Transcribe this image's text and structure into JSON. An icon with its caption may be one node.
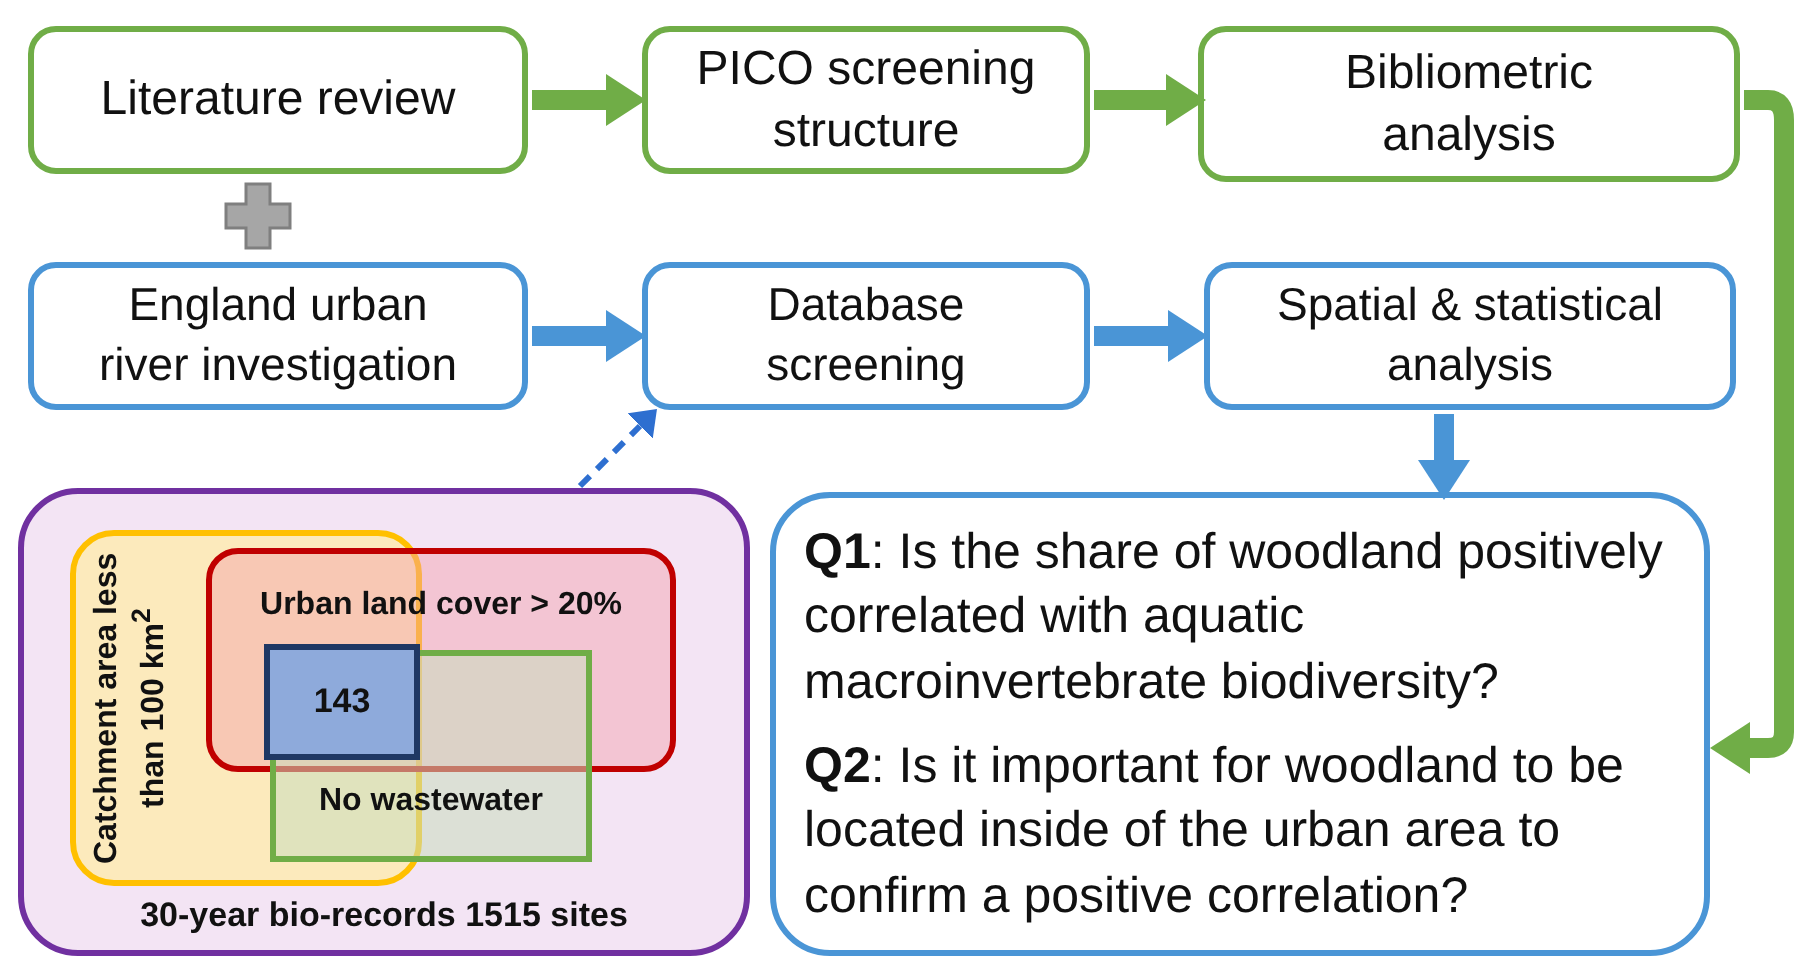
{
  "diagram": {
    "nodes": [
      {
        "text": [
          "Literature review"
        ]
      },
      {
        "text": [
          "PICO screening structure"
        ]
      },
      {
        "text": [
          "Bibliometric analysis"
        ]
      },
      {
        "text": [
          "England urban river investigation"
        ]
      },
      {
        "text": [
          "Database screening"
        ]
      },
      {
        "text": [
          "Spatial & statistical analysis"
        ]
      },
      {
        "text": [
          "**Q1**: Is the share of woodland positively correlated with aquatic macroinvertebrate biodiversity?",
          "**Q2**: Is it important for woodland to be located inside of the urban area to confirm a positive correlation?"
        ]
      },
      {
        "text": [
          "30-year bio-records 1515 sites"
        ]
      },
      {
        "text": [
          "Catchment area less than 100 km$^{2}$"
        ],
        "in": 7
      },
      {
        "text": [
          "Urban land cover > 20%"
        ],
        "in": 7
      },
      {
        "text": [
          "No wastewater"
        ],
        "in": 7
      },
      {
        "text": [
          "143"
        ]
      }
    ],
    "edges": [
      {
        "from": 0,
        "to": 1,
        "arrow": "to",
        "color": "#70ad47"
      },
      {
        "from": 1,
        "to": 2,
        "arrow": "to",
        "color": "#70ad47"
      },
      {
        "from": 2,
        "to": 6,
        "arrow": "to",
        "color": "#70ad47"
      },
      {
        "from": 3,
        "to": 4,
        "arrow": "to",
        "color": "#4a95d6"
      },
      {
        "from": 4,
        "to": 5,
        "arrow": "to",
        "color": "#4a95d6"
      },
      {
        "from": 5,
        "to": 6,
        "arrow": "to",
        "color": "#4a95d6"
      },
      {
        "from": 7,
        "to": 4,
        "arrow": "to",
        "style": "dashed",
        "color": "#2e6fd0"
      }
    ]
  }
}
